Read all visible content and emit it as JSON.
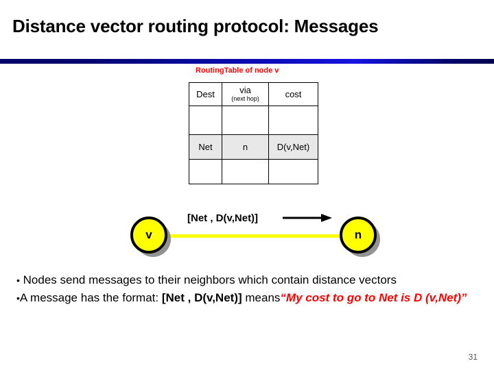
{
  "slide": {
    "title": "Distance vector routing protocol: Messages",
    "page_number": "31",
    "rule_color_dark": "#04046b",
    "rule_color_bright": "#1414e0"
  },
  "routing_table": {
    "caption": "RoutingTable of node v",
    "caption_color": "#ff0000",
    "highlight_color": "#e8e8e8",
    "headers": {
      "dest": "Dest",
      "via_main": "via",
      "via_sub": "(next hop)",
      "cost": "cost"
    },
    "rows": [
      {
        "dest": "",
        "via": "",
        "cost": "",
        "highlight": false
      },
      {
        "dest": "Net",
        "via": "n",
        "cost": "D(v,Net)",
        "highlight": true
      },
      {
        "dest": "",
        "via": "",
        "cost": "",
        "highlight": false
      }
    ]
  },
  "diagram": {
    "node_v_label": "v",
    "node_n_label": "n",
    "node_fill": "#ffff00",
    "link_color": "#ffff00",
    "message_label": "[Net , D(v,Net)]"
  },
  "bullets": {
    "line1_text": "Nodes send messages to their neighbors which contain distance vectors",
    "line2_prefix": "A message has the format: ",
    "line2_format": "[Net , D(v,Net)]",
    "line2_middle": " means",
    "line2_quote": "“My cost to go to  Net is D (v,Net)”",
    "quote_color": "#ff0000",
    "dot": "•"
  }
}
